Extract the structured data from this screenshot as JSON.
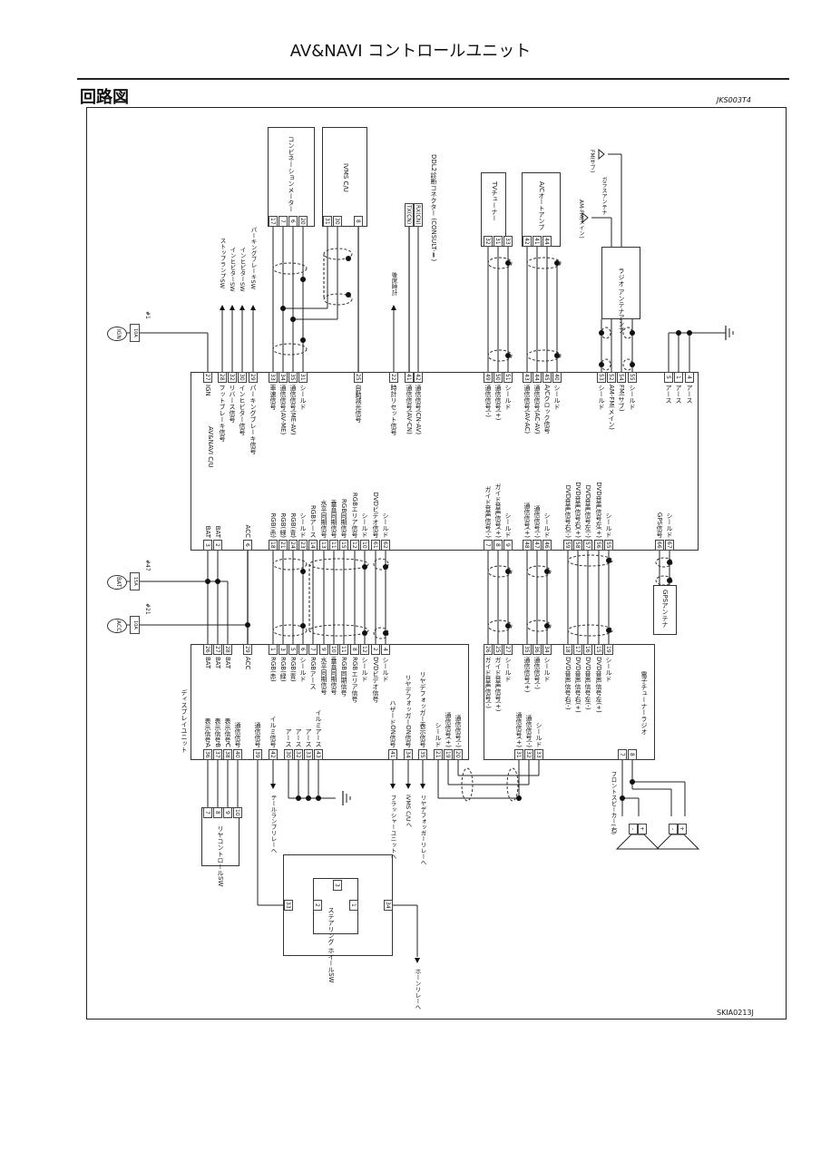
{
  "page": {
    "title": "AV&NAVI コントロールユニット",
    "section": "回路図",
    "code": "JKS003T4",
    "figure_id": "SKIA0213J"
  },
  "fuses": [
    {
      "name": "IGN",
      "rating": "10A",
      "number": "#1"
    },
    {
      "name": "BAT",
      "rating": "15A",
      "number": "#47"
    },
    {
      "name": "ACC",
      "rating": "10A",
      "number": "#21"
    }
  ],
  "cu": {
    "name": "AV&NAVI C/U",
    "top_pins": [
      {
        "n": "27",
        "label": "IGN"
      },
      {
        "n": "28",
        "label": "フットブレーキ信号"
      },
      {
        "n": "32",
        "label": "リバース信号"
      },
      {
        "n": "30",
        "label": "インヒビター信号"
      },
      {
        "n": "29",
        "label": "パーキングブレーキ信号"
      },
      {
        "n": "33",
        "label": "車速信号"
      },
      {
        "n": "34",
        "label": "通信信号(AV-ME)"
      },
      {
        "n": "35",
        "label": "通信信号(ME-AV)"
      },
      {
        "n": "31",
        "label": "シールド"
      },
      {
        "n": "25",
        "label": "自動減光信号"
      },
      {
        "n": "22",
        "label": "時計リセット信号"
      },
      {
        "n": "41",
        "label": "通信信号(AV-CN)"
      },
      {
        "n": "42",
        "label": "通信信号(CN-AV)"
      },
      {
        "n": "49",
        "label": "通信信号(-)"
      },
      {
        "n": "50",
        "label": "通信信号(+)"
      },
      {
        "n": "51",
        "label": "シールド"
      },
      {
        "n": "43",
        "label": "通信信号(AV-AC)"
      },
      {
        "n": "44",
        "label": "通信信号(AC-AV)"
      },
      {
        "n": "45",
        "label": "A/Cクロック信号"
      },
      {
        "n": "40",
        "label": "シールド"
      },
      {
        "n": "53",
        "label": "シールド"
      },
      {
        "n": "52",
        "label": "AM-FM(メイン)"
      },
      {
        "n": "54",
        "label": "FM(サブ)"
      },
      {
        "n": "55",
        "label": "シールド"
      },
      {
        "n": "5",
        "label": "アース"
      },
      {
        "n": "1",
        "label": "アース"
      },
      {
        "n": "4",
        "label": "アース"
      }
    ],
    "bottom_pins": [
      {
        "n": "3",
        "label": "BAT"
      },
      {
        "n": "2",
        "label": "BAT"
      },
      {
        "n": "6",
        "label": "ACC"
      },
      {
        "n": "18",
        "label": "RGB(赤)"
      },
      {
        "n": "21",
        "label": "RGB(緑)"
      },
      {
        "n": "24",
        "label": "RGB(青)"
      },
      {
        "n": "23",
        "label": "シールド"
      },
      {
        "n": "14",
        "label": "RGBアース"
      },
      {
        "n": "13",
        "label": "水平同期信号"
      },
      {
        "n": "11",
        "label": "垂直同期信号"
      },
      {
        "n": "15",
        "label": "RGB同期信号"
      },
      {
        "n": "12",
        "label": "RGBエリア信号"
      },
      {
        "n": "10",
        "label": "シールド"
      },
      {
        "n": "61",
        "label": "DVDビデオ信号"
      },
      {
        "n": "62",
        "label": "シールド"
      },
      {
        "n": "7",
        "label": "ガイド音声信号(-)"
      },
      {
        "n": "8",
        "label": "ガイド音声信号(+)"
      },
      {
        "n": "9",
        "label": "シールド"
      },
      {
        "n": "48",
        "label": "通信信号(+)"
      },
      {
        "n": "47",
        "label": "通信信号(-)"
      },
      {
        "n": "46",
        "label": "シールド"
      },
      {
        "n": "59",
        "label": "DVD音声信号右(-)"
      },
      {
        "n": "58",
        "label": "DVD音声信号右(+)"
      },
      {
        "n": "57",
        "label": "DVD音声信号左(-)"
      },
      {
        "n": "56",
        "label": "DVD音声信号左(+)"
      },
      {
        "n": "55",
        "label": "シールド"
      },
      {
        "n": "66",
        "label": "GPS信号"
      },
      {
        "n": "67",
        "label": "シールド"
      }
    ]
  },
  "display": {
    "name": "ディスプレイユニット",
    "top_pins": [
      {
        "n": "26",
        "label": "BAT"
      },
      {
        "n": "27",
        "label": "BAT"
      },
      {
        "n": "28",
        "label": "BAT"
      },
      {
        "n": "29",
        "label": "ACC"
      },
      {
        "n": "1",
        "label": "RGB(赤)"
      },
      {
        "n": "3",
        "label": "RGB(緑)"
      },
      {
        "n": "5",
        "label": "RGB(青)"
      },
      {
        "n": "6",
        "label": "シールド"
      },
      {
        "n": "7",
        "label": "RGBアース"
      },
      {
        "n": "9",
        "label": "水平同期信号"
      },
      {
        "n": "10",
        "label": "垂直同期信号"
      },
      {
        "n": "11",
        "label": "RGB同期信号"
      },
      {
        "n": "8",
        "label": "RGBエリア信号"
      },
      {
        "n": "12",
        "label": "シールド"
      },
      {
        "n": "2",
        "label": "DVDビデオ信号"
      },
      {
        "n": "4",
        "label": "シールド"
      }
    ],
    "bottom_pins": [
      {
        "n": "36",
        "label": "表示信号A"
      },
      {
        "n": "37",
        "label": "表示信号B"
      },
      {
        "n": "38",
        "label": "表示信号C"
      },
      {
        "n": "40",
        "label": "通信信号"
      },
      {
        "n": "39",
        "label": "通信信号"
      },
      {
        "n": "42",
        "label": "イルミ信号"
      },
      {
        "n": "30",
        "label": "アース"
      },
      {
        "n": "32",
        "label": "アース"
      },
      {
        "n": "33",
        "label": "アース"
      },
      {
        "n": "43",
        "label": "イルミアース"
      },
      {
        "n": "41",
        "label": "ハザードON信号"
      },
      {
        "n": "34",
        "label": "リヤデフォッガーON信号"
      },
      {
        "n": "35",
        "label": "リヤデフォッガー表示信号"
      },
      {
        "n": "21",
        "label": "シールド"
      },
      {
        "n": "19",
        "label": "通信信号(+)"
      },
      {
        "n": "20",
        "label": "通信信号(-)"
      }
    ]
  },
  "tuner": {
    "name": "電子チューナーラジオ",
    "top_pins": [
      {
        "n": "26",
        "label": "ガイド音声信号(-)"
      },
      {
        "n": "25",
        "label": "ガイド音声信号(+)"
      },
      {
        "n": "27",
        "label": "シールド"
      },
      {
        "n": "35",
        "label": "通信信号(+)"
      },
      {
        "n": "36",
        "label": "通信信号(-)"
      },
      {
        "n": "34",
        "label": "シールド"
      },
      {
        "n": "18",
        "label": "DVD音声信号右(-)"
      },
      {
        "n": "17",
        "label": "DVD音声信号右(+)"
      },
      {
        "n": "16",
        "label": "DVD音声信号左(-)"
      },
      {
        "n": "15",
        "label": "DVD音声信号左(+)"
      },
      {
        "n": "19",
        "label": "シールド"
      }
    ],
    "bottom_pins": [
      {
        "n": "31",
        "label": "通信信号(+)"
      },
      {
        "n": "32",
        "label": "通信信号(-)"
      },
      {
        "n": "33",
        "label": "シールド"
      },
      {
        "n": "7",
        "label": ""
      },
      {
        "n": "8",
        "label": ""
      }
    ]
  },
  "components": {
    "meter": {
      "name": "コンビネーションメーター",
      "pins": [
        "17",
        "7",
        "6",
        "20"
      ]
    },
    "ivms": {
      "name": "IVMS C/U",
      "pins": [
        "31",
        "30",
        "8"
      ]
    },
    "ddl": {
      "name": "DDL2診断コネクター (CONSULT-Ⅱ)",
      "pins": [
        "TX(CN)",
        "RX(CN)"
      ]
    },
    "tv": {
      "name": "TVチューナー",
      "pins": [
        "32",
        "31",
        "33"
      ]
    },
    "ac": {
      "name": "A/Cオートアンプ",
      "pins": [
        "42",
        "41",
        "44"
      ]
    },
    "ant_amp": {
      "name": "ラジオ アンテナアンプ"
    },
    "ant_main": "AM-FM(メイン)",
    "ant_sub": "FM(サブ)",
    "glass": "ガラスアンテナ",
    "gps": {
      "name": "GPSアンテナ"
    },
    "rear_sw": {
      "name": "リヤコントロールSW",
      "pins": [
        "7",
        "8",
        "9",
        "10"
      ]
    },
    "steering": {
      "name": "ステアリング ホイールSW",
      "pins": [
        "2",
        "1",
        "3"
      ],
      "outer_pins": [
        "33",
        "34"
      ]
    },
    "speaker": {
      "name": "フロントスピーカー(右)",
      "minus": "-",
      "plus": "+"
    }
  },
  "outputs": {
    "stop": "ストップランプSW",
    "inh1": "インヒビターSW",
    "inh2": "インヒビターSW",
    "park": "パーキングブレーキSW",
    "clock": "後席時計",
    "tail": "テールランプリレーへ",
    "flasher": "フラッシャーユニットへ",
    "ivms": "IVMS C/Uへ",
    "defog": "リヤデフォッガーリレーへ",
    "horn": "ホーンリレーへ"
  }
}
